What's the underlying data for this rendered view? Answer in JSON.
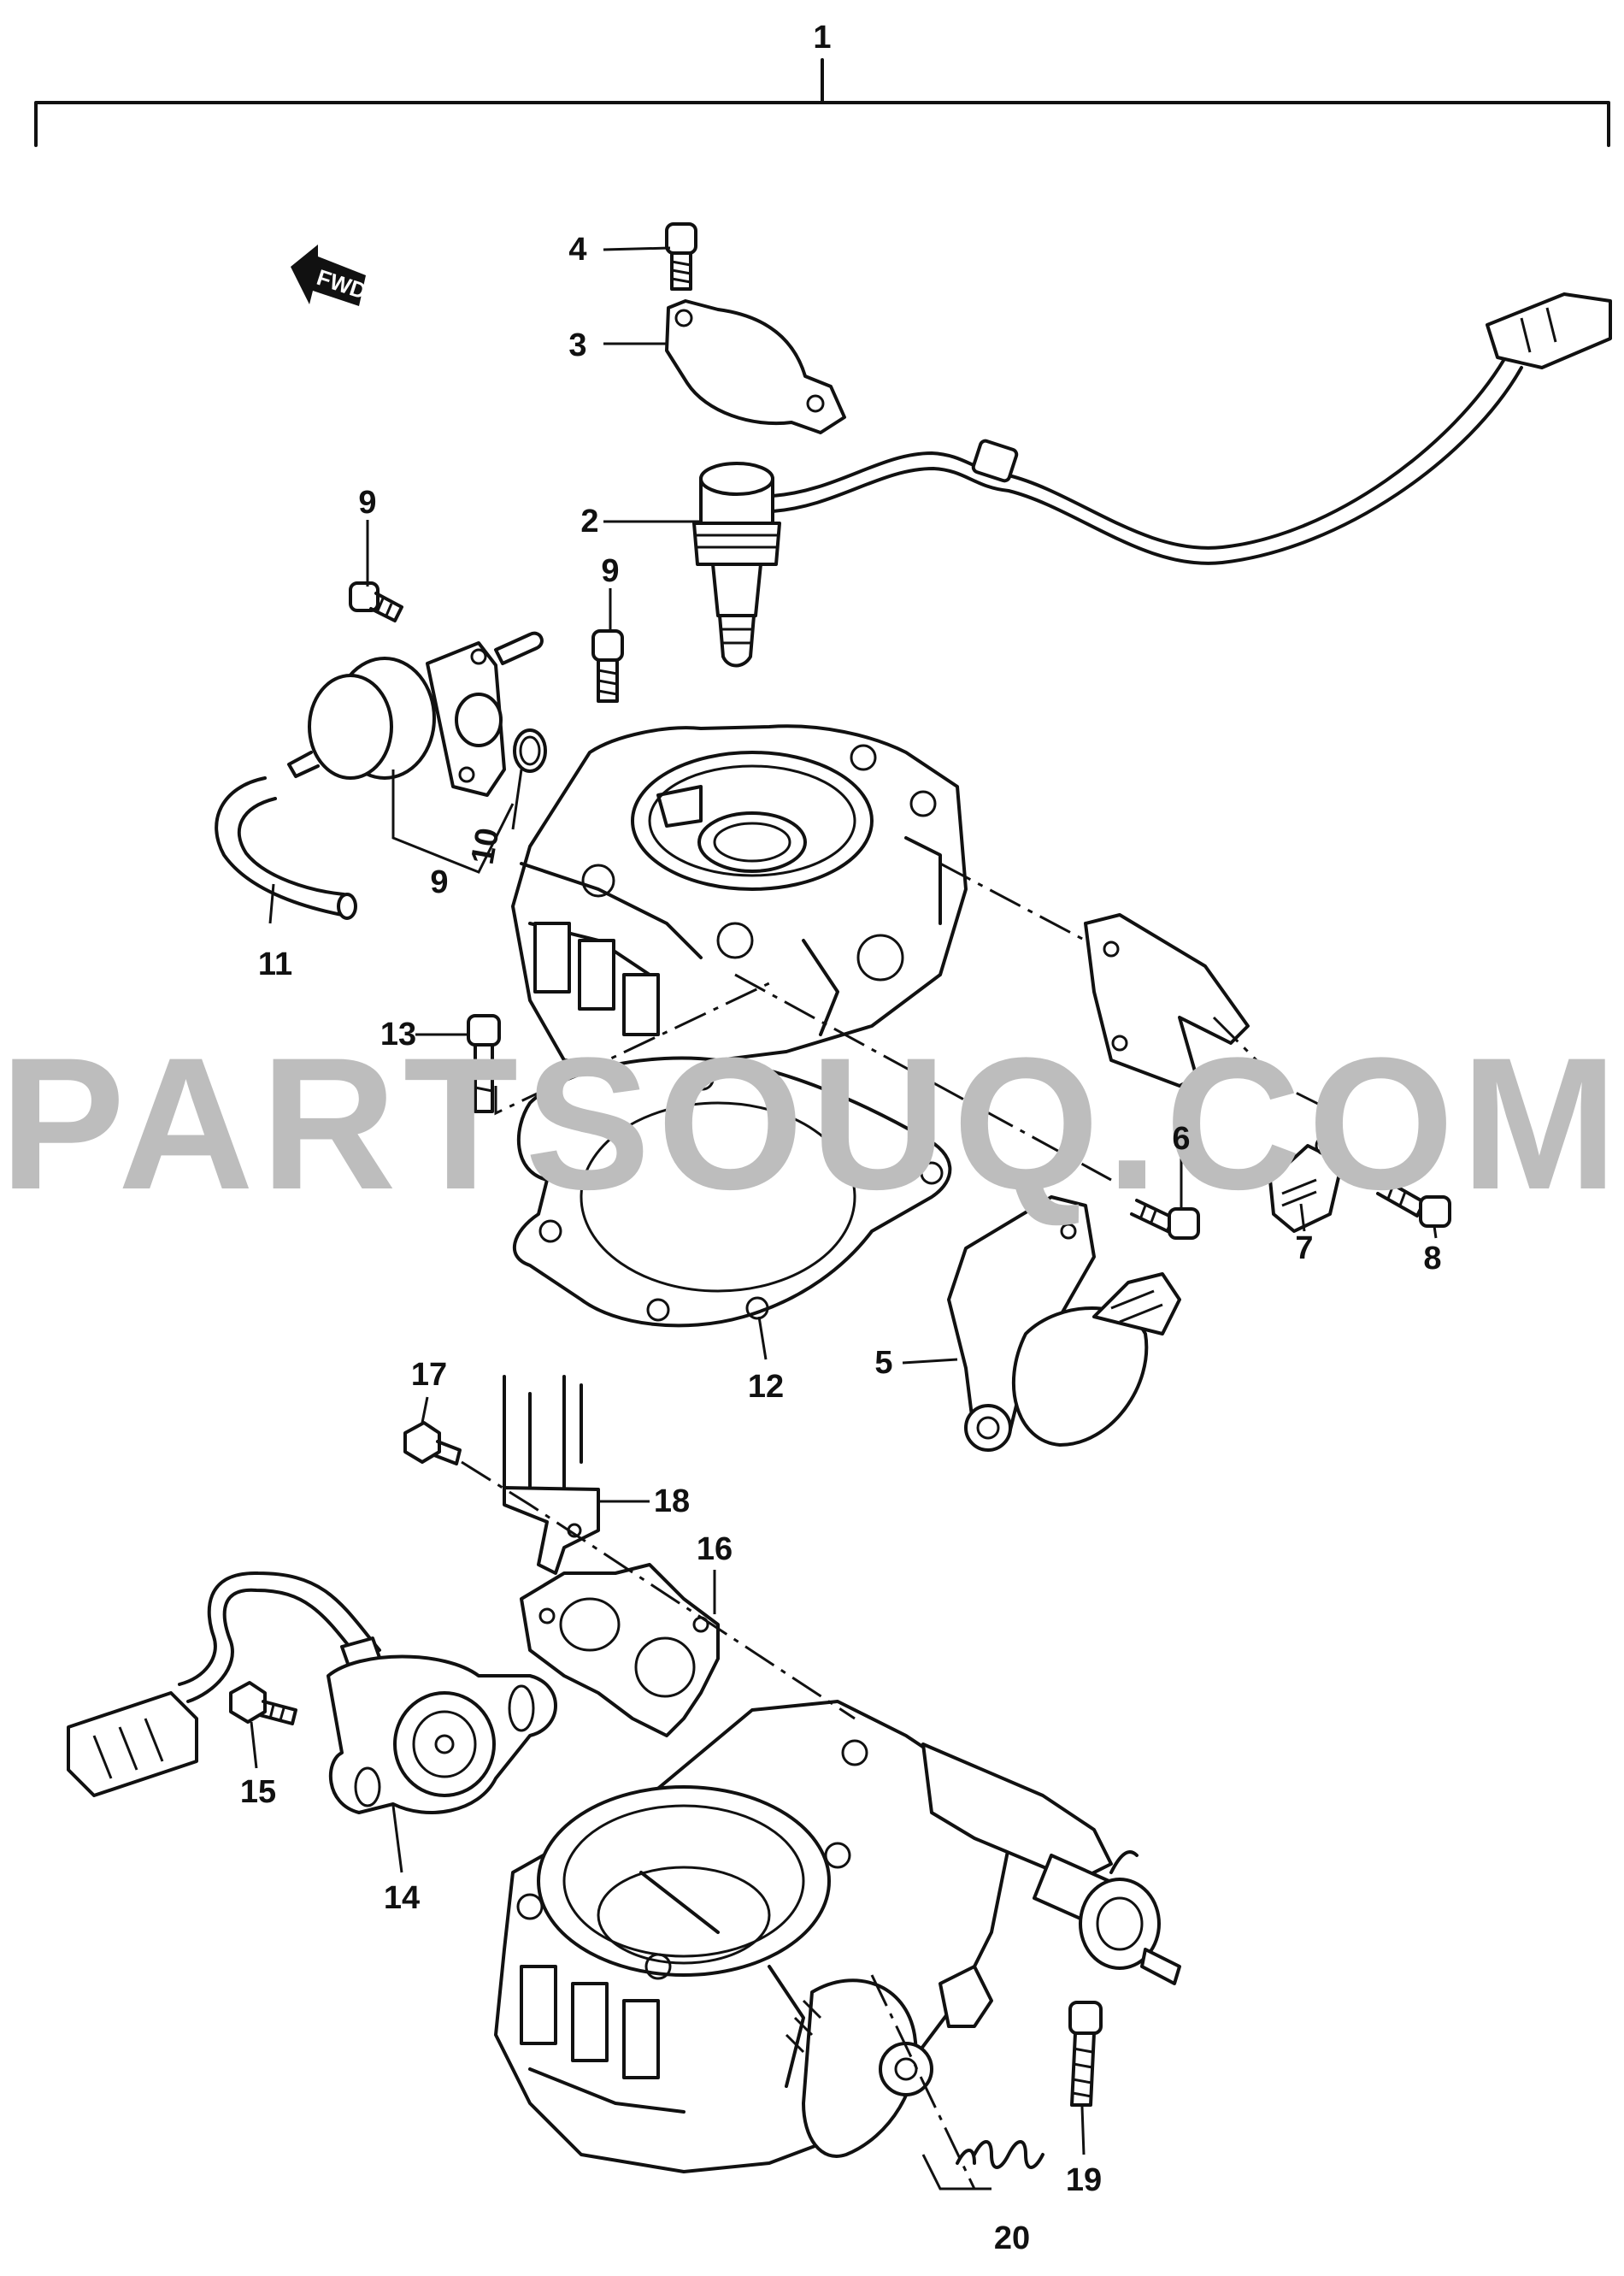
{
  "diagram": {
    "assembly_label": "1",
    "watermark": "PARTSOUQ.COM",
    "direction_tag": "FWD",
    "callouts": [
      {
        "id": "c2",
        "text": "2"
      },
      {
        "id": "c3",
        "text": "3"
      },
      {
        "id": "c4",
        "text": "4"
      },
      {
        "id": "c5",
        "text": "5"
      },
      {
        "id": "c6",
        "text": "6"
      },
      {
        "id": "c7",
        "text": "7"
      },
      {
        "id": "c8",
        "text": "8"
      },
      {
        "id": "c9a",
        "text": "9"
      },
      {
        "id": "c9b",
        "text": "9"
      },
      {
        "id": "c9c",
        "text": "9"
      },
      {
        "id": "c10",
        "text": "10"
      },
      {
        "id": "c11",
        "text": "11"
      },
      {
        "id": "c12",
        "text": "12"
      },
      {
        "id": "c13",
        "text": "13"
      },
      {
        "id": "c14",
        "text": "14"
      },
      {
        "id": "c15",
        "text": "15"
      },
      {
        "id": "c16",
        "text": "16"
      },
      {
        "id": "c17",
        "text": "17"
      },
      {
        "id": "c18",
        "text": "18"
      },
      {
        "id": "c19",
        "text": "19"
      },
      {
        "id": "c20",
        "text": "20"
      }
    ]
  }
}
